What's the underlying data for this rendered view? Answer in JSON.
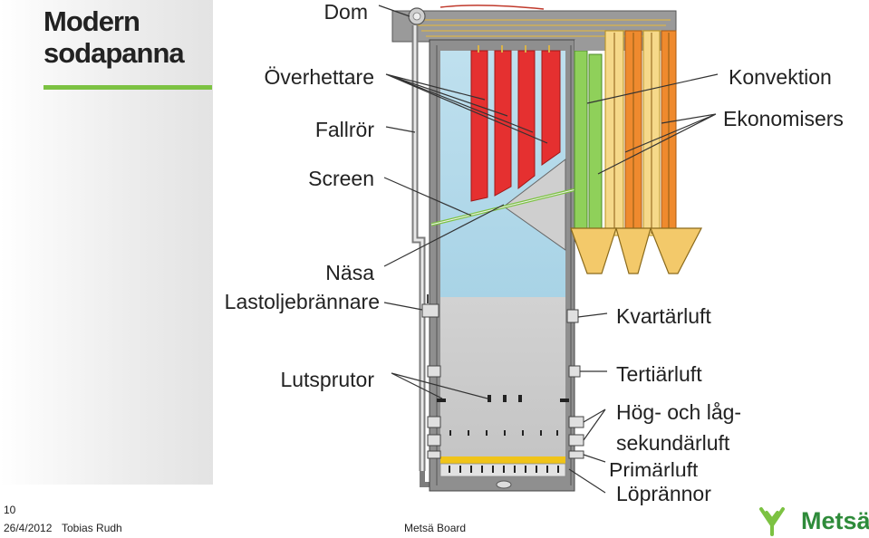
{
  "slide": {
    "title_line1": "Modern",
    "title_line2": "sodapanna",
    "number": "10",
    "footer_date": "26/4/2012",
    "footer_author": "Tobias Rudh",
    "footer_company": "Metsä Board",
    "logo_text": "Metsä",
    "accent_color": "#7cc242"
  },
  "labels": {
    "dom": "Dom",
    "overhettare": "Överhettare",
    "fallror": "Fallrör",
    "screen": "Screen",
    "nasa": "Näsa",
    "lastoljebrannare": "Lastoljebrännare",
    "lutsprutor": "Lutsprutor",
    "konvektion": "Konvektion",
    "ekonomisers": "Ekonomisers",
    "kvartarluft": "Kvartärluft",
    "tertiarluft": "Tertiärluft",
    "hog_och_lag": "Hög- och låg-",
    "sekundarluft": "sekundärluft",
    "primarluft": "Primärluft",
    "loprannor": "Löprännor"
  }
}
